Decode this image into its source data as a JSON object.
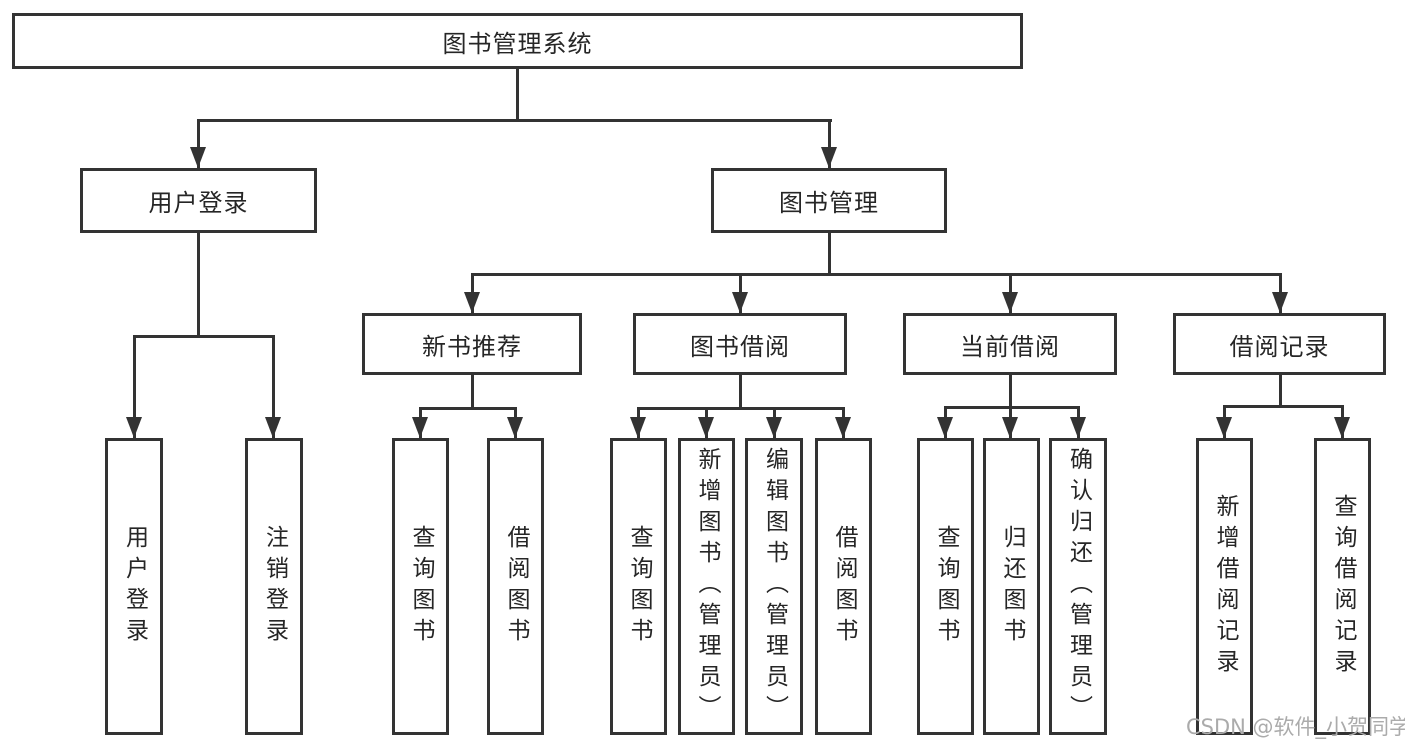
{
  "diagram": {
    "type": "tree",
    "title": "图书管理系统",
    "colors": {
      "line": "#333333",
      "text": "#262626",
      "box_background": "#ffffff",
      "page_background": "#ffffff",
      "watermark": "#ababab"
    },
    "nodes": {
      "root": "图书管理系统",
      "user_login": "用户登录",
      "book_mgmt": "图书管理",
      "new_book_rec": "新书推荐",
      "book_borrow": "图书借阅",
      "current_borrow": "当前借阅",
      "borrow_record": "借阅记录",
      "ul_user_login": "用户登录",
      "ul_logout": "注销登录",
      "nb_query_book": "查询图书",
      "nb_borrow_book": "借阅图书",
      "bb_query_book": "查询图书",
      "bb_add_book": "新增图书（管理员）",
      "bb_edit_book": "编辑图书（管理员）",
      "bb_borrow_book": "借阅图书",
      "cb_query_book": "查询图书",
      "cb_return_book": "归还图书",
      "cb_confirm_return": "确认归还（管理员）",
      "br_add_record": "新增借阅记录",
      "br_query_record": "查询借阅记录"
    },
    "hierarchy": {
      "图书管理系统": {
        "用户登录": [
          "用户登录",
          "注销登录"
        ],
        "图书管理": {
          "新书推荐": [
            "查询图书",
            "借阅图书"
          ],
          "图书借阅": [
            "查询图书",
            "新增图书（管理员）",
            "编辑图书（管理员）",
            "借阅图书"
          ],
          "当前借阅": [
            "查询图书",
            "归还图书",
            "确认归还（管理员）"
          ],
          "借阅记录": [
            "新增借阅记录",
            "查询借阅记录"
          ]
        }
      }
    },
    "watermark": "CSDN @软件_小贺同学"
  }
}
